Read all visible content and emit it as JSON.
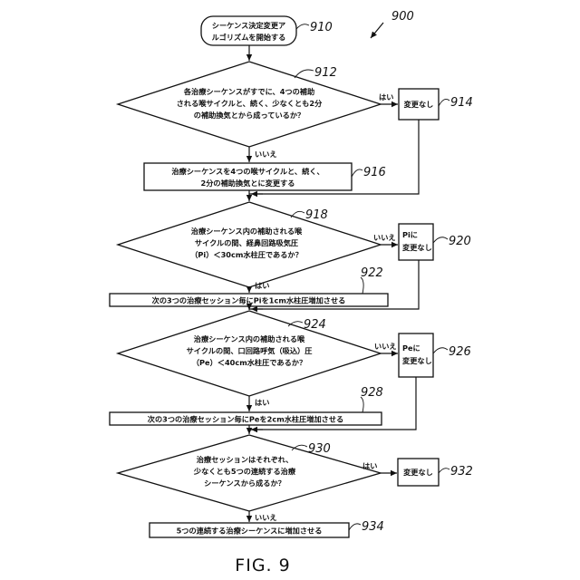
{
  "diagram": {
    "figure_ref": "900",
    "figure_label": "FIG. 9",
    "nodes": [
      {
        "id": "start",
        "ref": "910",
        "lines": [
          "シーケンス決定変更ア",
          "ルゴリズムを開始する"
        ]
      },
      {
        "id": "d912",
        "ref": "912",
        "lines": [
          "各治療シーケンスがすでに、4つの補助",
          "される喉サイクルと、続く、少なくとも2分",
          "の補助換気とから成っているか？"
        ]
      },
      {
        "id": "b914",
        "ref": "914",
        "lines": [
          "変更なし"
        ]
      },
      {
        "id": "b916",
        "ref": "916",
        "lines": [
          "治療シーケンスを4つの喉サイクルと、続く、",
          "2分の補助換気とに変更する"
        ]
      },
      {
        "id": "d918",
        "ref": "918",
        "lines": [
          "治療シーケンス内の補助される喉",
          "サイクルの間、経鼻回路吸気圧",
          "（Pi）＜30cm水柱圧であるか？"
        ]
      },
      {
        "id": "b920",
        "ref": "920",
        "lines": [
          "Piに",
          "変更なし"
        ]
      },
      {
        "id": "b922",
        "ref": "922",
        "lines": [
          "次の3つの治療セッション毎にPiを1cm水柱圧増加させる"
        ]
      },
      {
        "id": "d924",
        "ref": "924",
        "lines": [
          "治療シーケンス内の補助される喉",
          "サイクルの間、口回路呼気（吸込）圧",
          "（Pe）＜40cm水柱圧であるか？"
        ]
      },
      {
        "id": "b926",
        "ref": "926",
        "lines": [
          "Peに",
          "変更なし"
        ]
      },
      {
        "id": "b928",
        "ref": "928",
        "lines": [
          "次の3つの治療セッション毎にPeを2cm水柱圧増加させる"
        ]
      },
      {
        "id": "d930",
        "ref": "930",
        "lines": [
          "治療セッションはそれぞれ、",
          "少なくとも5つの連続する治療",
          "シーケンスから成るか？"
        ]
      },
      {
        "id": "b932",
        "ref": "932",
        "lines": [
          "変更なし"
        ]
      },
      {
        "id": "b934",
        "ref": "934",
        "lines": [
          "5つの連続する治療シーケンスに増加させる"
        ]
      }
    ],
    "edges": [
      {
        "id": "e1",
        "from": "start",
        "to": "d912",
        "label": ""
      },
      {
        "id": "e2",
        "from": "d912",
        "to": "b914",
        "label": "はい"
      },
      {
        "id": "e3",
        "from": "d912",
        "to": "b916",
        "label": "いいえ"
      },
      {
        "id": "e4",
        "from": "b916",
        "to": "d918",
        "label": ""
      },
      {
        "id": "e5",
        "from": "b914",
        "to": "d918",
        "label": ""
      },
      {
        "id": "e6",
        "from": "d918",
        "to": "b920",
        "label": "いいえ"
      },
      {
        "id": "e7",
        "from": "d918",
        "to": "b922",
        "label": "はい"
      },
      {
        "id": "e8",
        "from": "b922",
        "to": "d924",
        "label": ""
      },
      {
        "id": "e9",
        "from": "b920",
        "to": "d924",
        "label": ""
      },
      {
        "id": "e10",
        "from": "d924",
        "to": "b926",
        "label": "いいえ"
      },
      {
        "id": "e11",
        "from": "d924",
        "to": "b928",
        "label": "はい"
      },
      {
        "id": "e12",
        "from": "b928",
        "to": "d930",
        "label": ""
      },
      {
        "id": "e13",
        "from": "b926",
        "to": "d930",
        "label": ""
      },
      {
        "id": "e14",
        "from": "d930",
        "to": "b932",
        "label": "はい"
      },
      {
        "id": "e15",
        "from": "d930",
        "to": "b934",
        "label": "いいえ"
      }
    ]
  }
}
